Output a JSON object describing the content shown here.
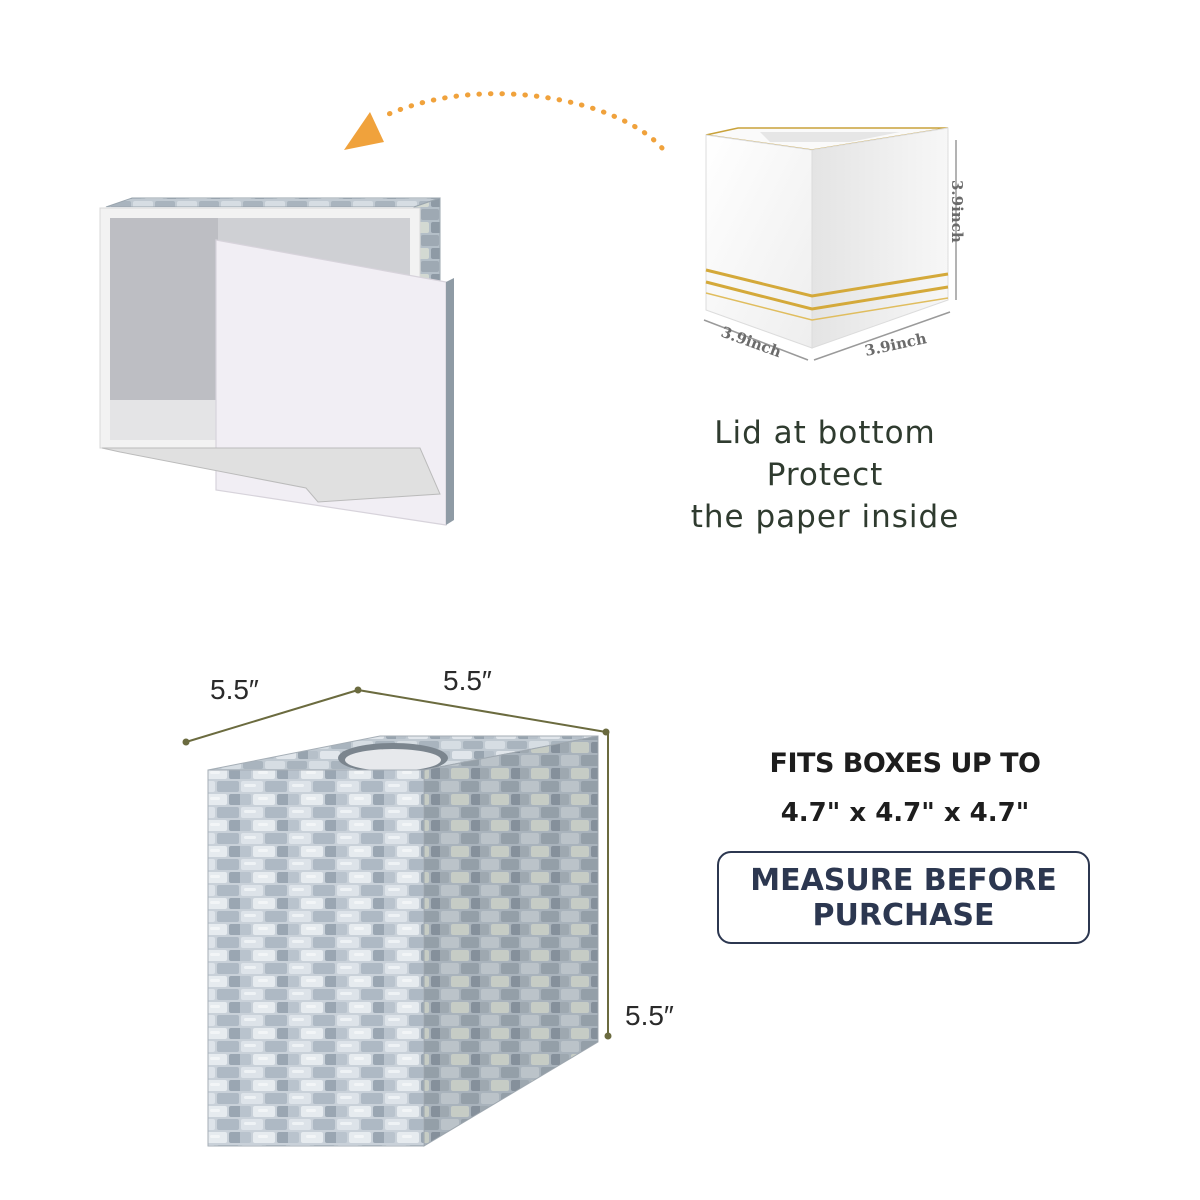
{
  "open_box": {
    "icon": "open-tissue-box-illustration"
  },
  "tissue_pack": {
    "icon": "tissue-pack-illustration",
    "height_label": "3.9inch",
    "depth_label": "3.9inch",
    "width_label": "3.9inch"
  },
  "lid_caption": {
    "line1": "Lid at bottom",
    "line2": "Protect",
    "line3": "the paper inside"
  },
  "closed_box": {
    "icon": "mosaic-tissue-box-illustration",
    "depth_label": "5.5″",
    "width_label": "5.5″",
    "height_label": "5.5″"
  },
  "fits": {
    "title": "FITS BOXES UP TO",
    "dimensions": "4.7\" x 4.7\" x 4.7\""
  },
  "measure_button": {
    "line1": "MEASURE BEFORE",
    "line2": "PURCHASE"
  },
  "colors": {
    "arrow": "#f0a23c",
    "dimension_line": "#6b6b3f",
    "gold_trim": "#d4a93a",
    "outline": "#2c3750"
  }
}
